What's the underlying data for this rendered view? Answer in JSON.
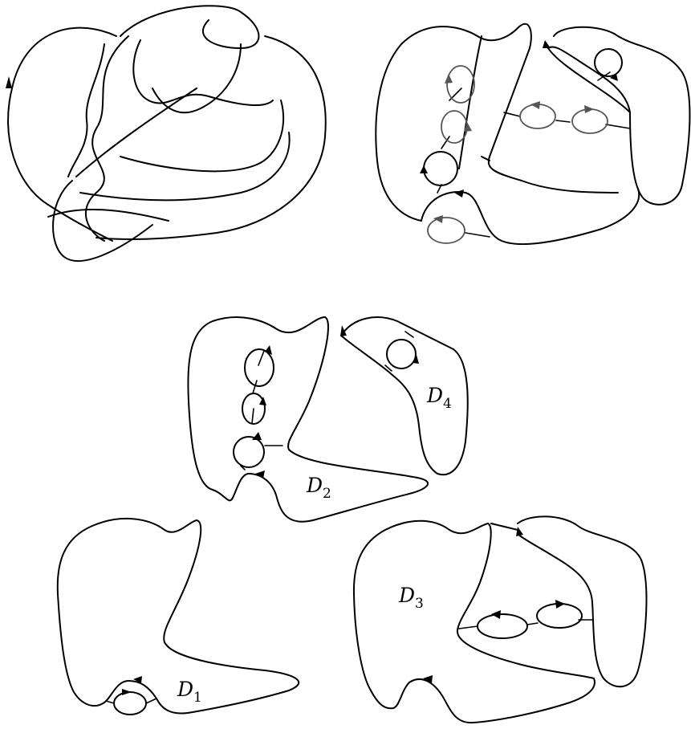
{
  "colors": {
    "stroke": "#000000",
    "seifert_circle_gray": "#555555",
    "background": "#ffffff"
  },
  "labels": {
    "d1": {
      "letter": "D",
      "index": "1"
    },
    "d2": {
      "letter": "D",
      "index": "2"
    },
    "d3": {
      "letter": "D",
      "index": "3"
    },
    "d4": {
      "letter": "D",
      "index": "4"
    }
  }
}
